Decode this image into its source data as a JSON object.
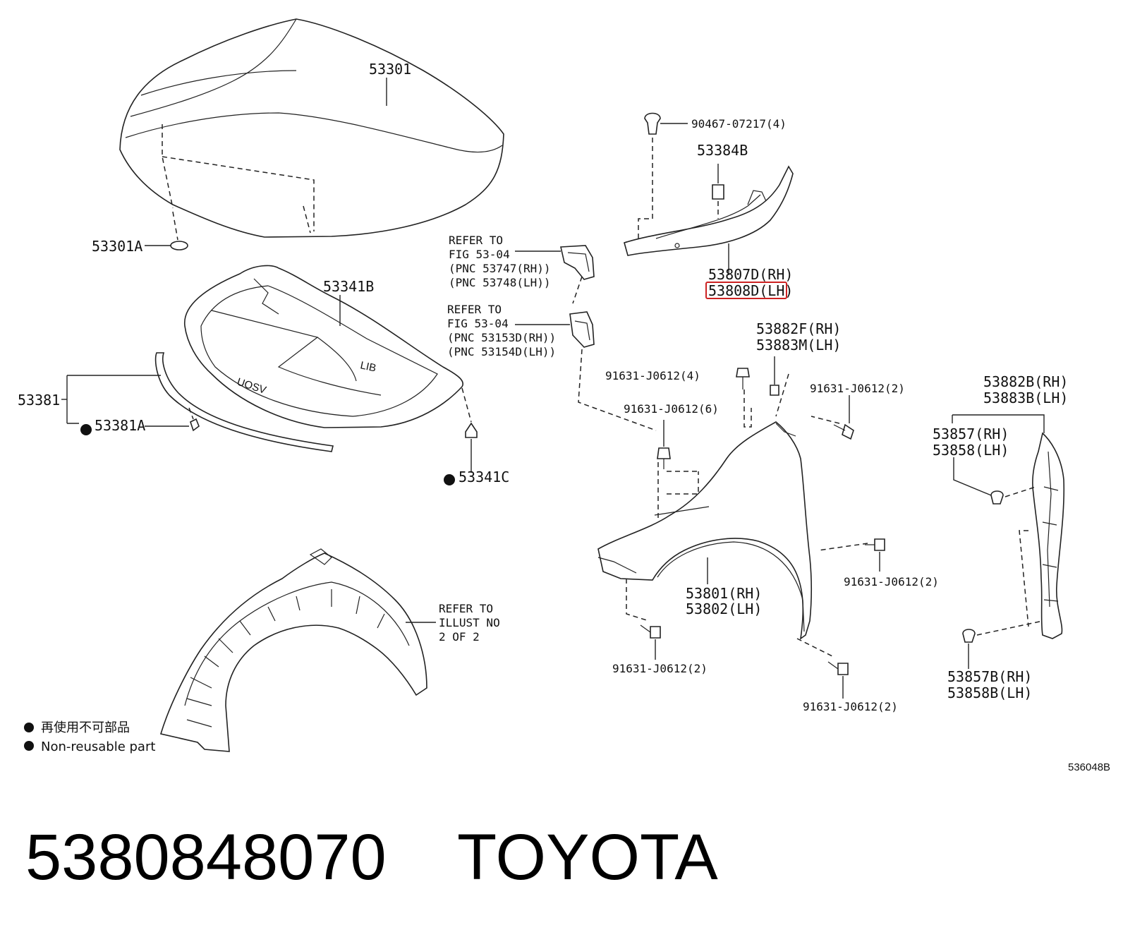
{
  "labels": {
    "hood": "53301",
    "hood_cushion": "53301A",
    "hood_insulator": "53341B",
    "hood_seal": "53381",
    "seal_clip": "53381A",
    "insulator_clip": "53341C",
    "clip_90467": "90467-07217(4)",
    "part_53384b": "53384B",
    "seal_rh": "53807D(RH)",
    "seal_lh": "53808D(LH)",
    "ref1_l1": "REFER TO",
    "ref1_l2": "FIG 53-04",
    "ref1_l3": "(PNC 53747(RH))",
    "ref1_l4": "(PNC 53748(LH))",
    "ref2_l1": "REFER TO",
    "ref2_l2": "FIG 53-04",
    "ref2_l3": "(PNC 53153D(RH))",
    "ref2_l4": "(PNC 53154D(LH))",
    "nut_rh_f": "53882F(RH)",
    "nut_lh_m": "53883M(LH)",
    "bolt_top4": "91631-J0612(4)",
    "bolt_top2": "91631-J0612(2)",
    "bolt_mid6": "91631-J0612(6)",
    "bolt_right2": "91631-J0612(2)",
    "bolt_bottom_l2": "91631-J0612(2)",
    "bolt_bottom_r2": "91631-J0612(2)",
    "fender_rh": "53801(RH)",
    "fender_lh": "53802(LH)",
    "bracket_rh": "53882B(RH)",
    "bracket_lh": "53883B(LH)",
    "pad_rh": "53857(RH)",
    "pad_lh": "53858(LH)",
    "padb_rh": "53857B(RH)",
    "padb_lh": "53858B(LH)",
    "ref3_l1": "REFER TO",
    "ref3_l2": "ILLUST NO",
    "ref3_l3": "2 OF 2"
  },
  "legend": {
    "bullet_symbol": "●",
    "jp": "再使用不可部品",
    "en": "Non-reusable part"
  },
  "illustration_id": "536048B",
  "footer": {
    "part_number": "5380848070",
    "brand": "TOYOTA"
  },
  "highlight_color": "#cc2222"
}
